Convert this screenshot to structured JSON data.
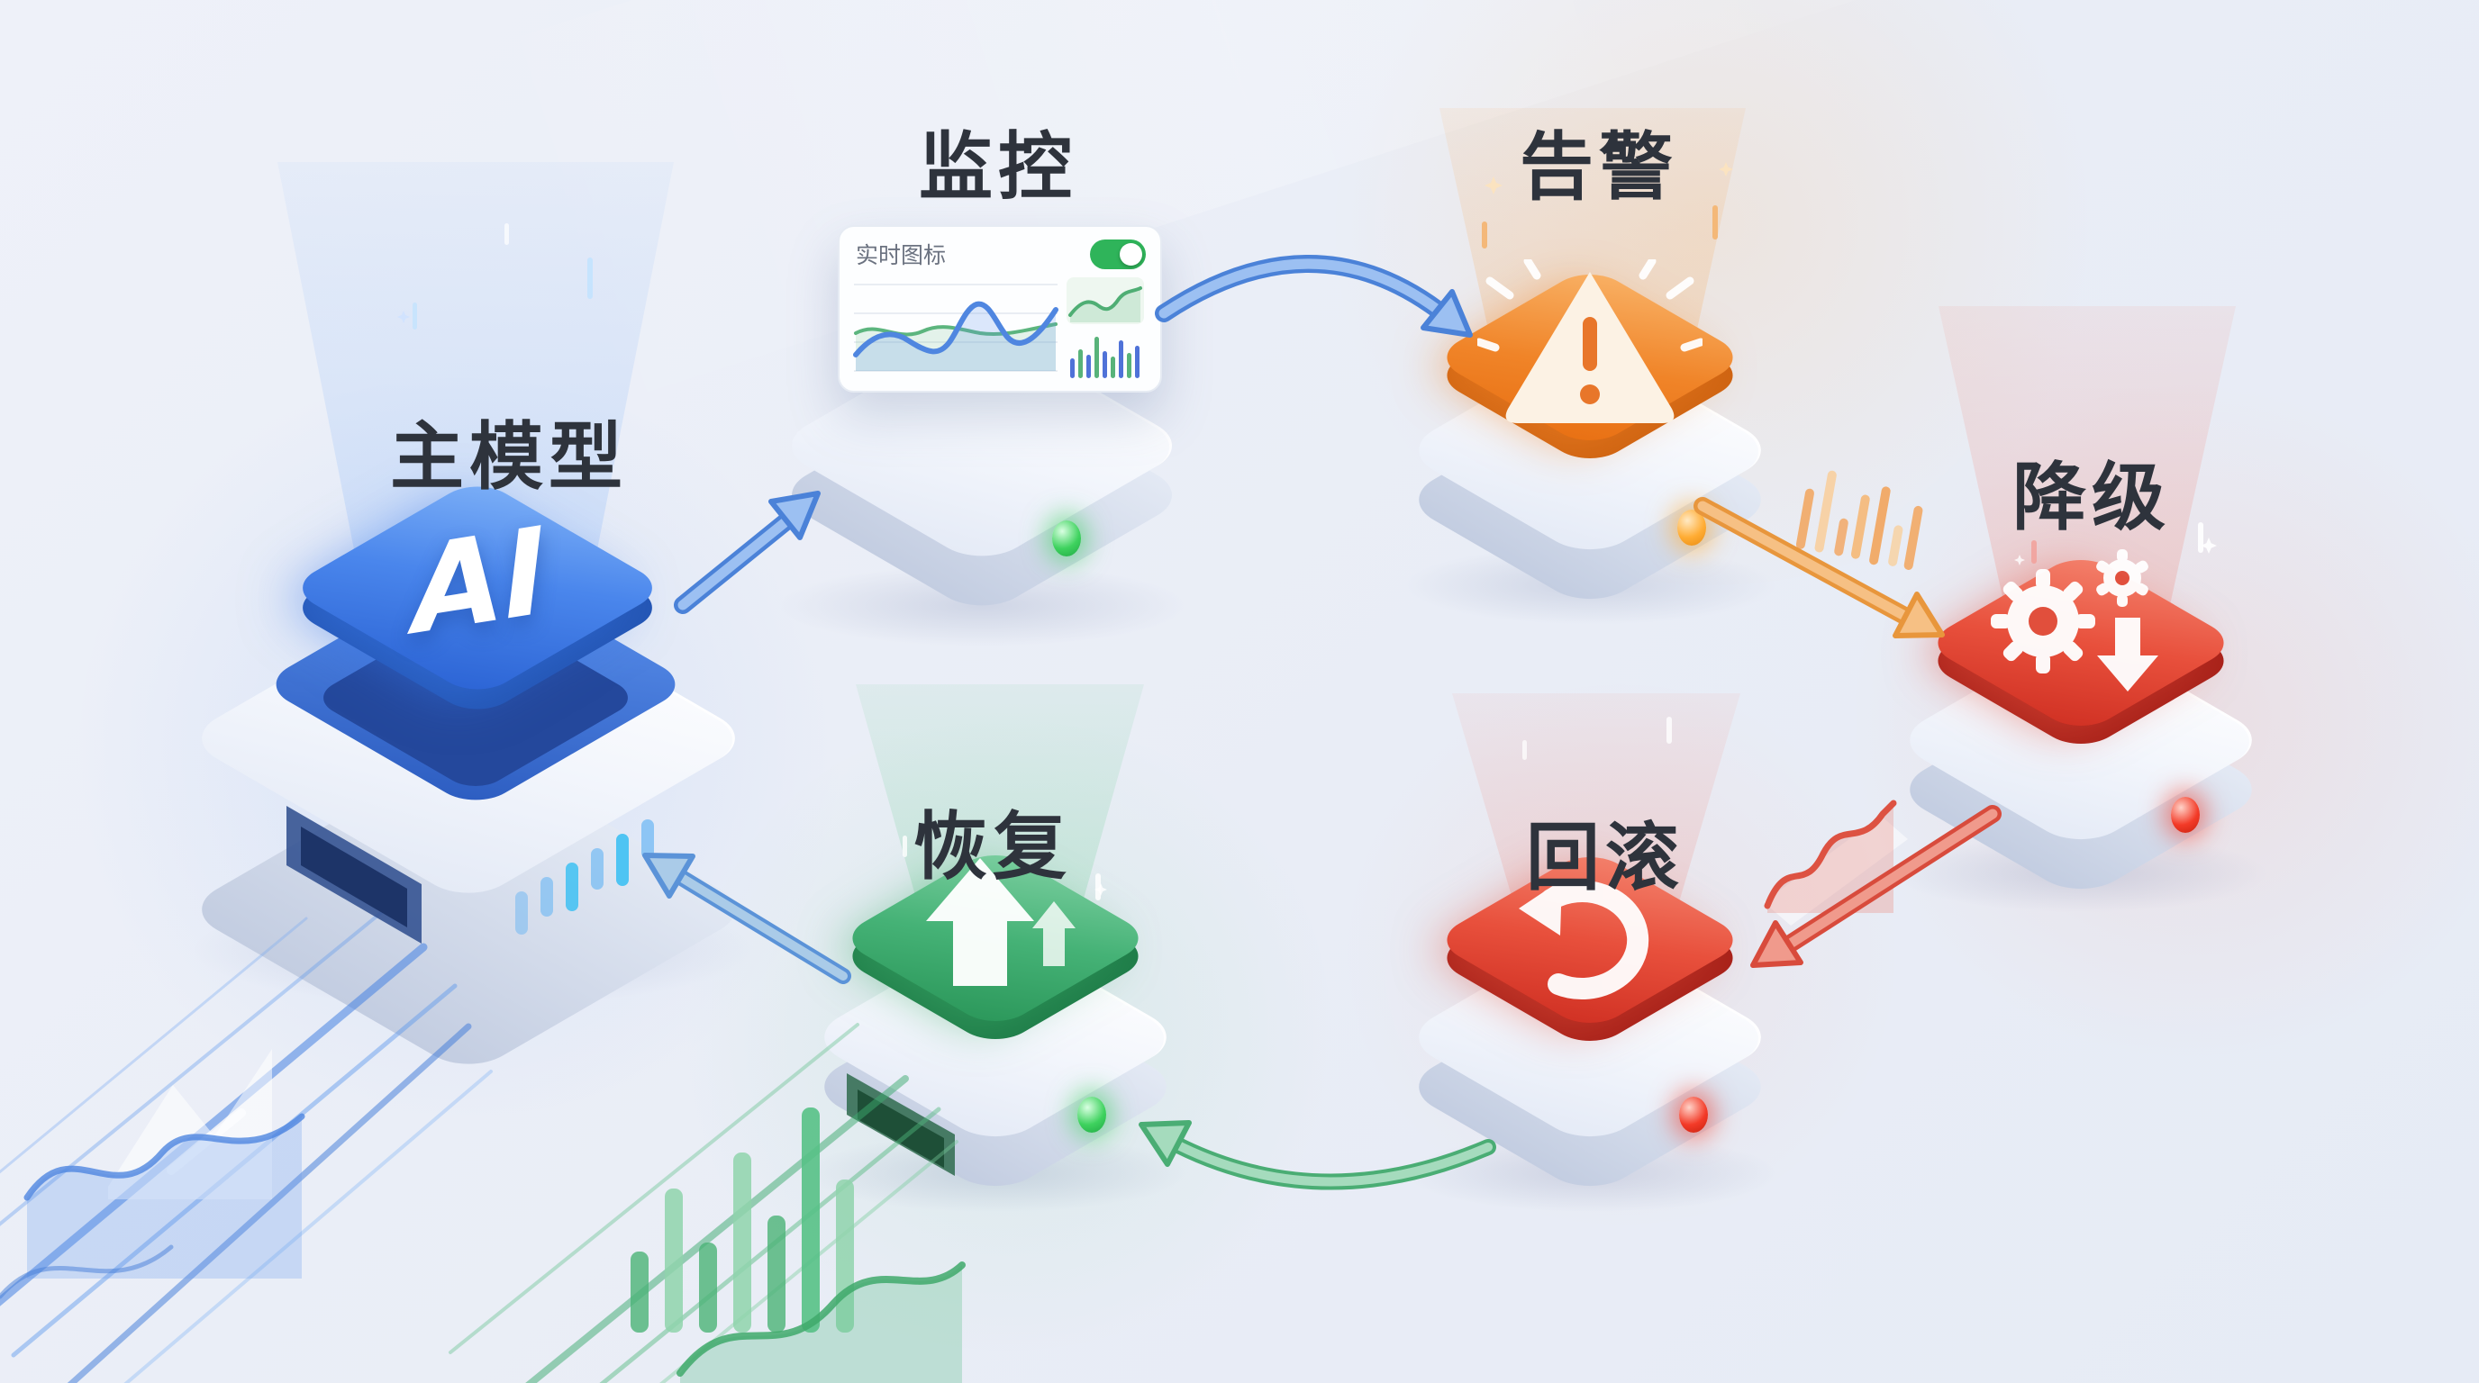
{
  "nodes": {
    "main_model": {
      "label": "主模型",
      "chip_text": "AI",
      "accent": "#3b78e8"
    },
    "monitor": {
      "label": "监控",
      "accent": "#5b93e6",
      "led_color": "#3ed25e",
      "card": {
        "title": "实时图标",
        "toggle_state": "on",
        "toggle_color": "#2fb45a",
        "line_colors": [
          "#4f86e0",
          "#5cb57e"
        ],
        "bar_values": [
          22,
          32,
          26,
          46,
          30,
          24,
          42,
          28,
          36
        ],
        "bar_colors": [
          "#4f72d8",
          "#58b37a"
        ]
      }
    },
    "alert": {
      "label": "告警",
      "icon": "warning-triangle-icon",
      "accent": "#f08428",
      "led_color": "#ffac33"
    },
    "degrade": {
      "label": "降级",
      "icon": "gear-downgrade-icon",
      "accent": "#e14f3c",
      "led_color": "#f33b28"
    },
    "rollback": {
      "label": "回滚",
      "icon": "rollback-undo-icon",
      "accent": "#e14f3c",
      "led_color": "#f33b28"
    },
    "recovery": {
      "label": "恢复",
      "icon": "upgrade-arrow-icon",
      "accent": "#3fae6c",
      "led_color": "#3ed25e"
    }
  },
  "flow": [
    {
      "from": "main_model",
      "to": "monitor",
      "color": "#5b93e6"
    },
    {
      "from": "monitor",
      "to": "alert",
      "color": "#5b93e6"
    },
    {
      "from": "alert",
      "to": "degrade",
      "color": "#f0a050"
    },
    {
      "from": "degrade",
      "to": "rollback",
      "color": "#e2574a"
    },
    {
      "from": "rollback",
      "to": "recovery",
      "color": "#5dbd85"
    },
    {
      "from": "recovery",
      "to": "main_model",
      "color": "#6ea3e8"
    }
  ]
}
